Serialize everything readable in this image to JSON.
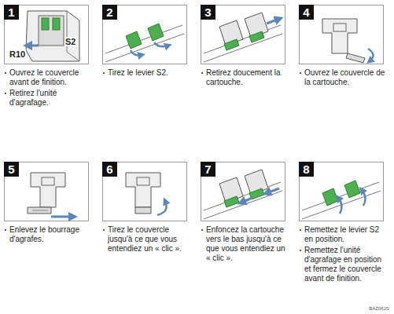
{
  "diagram": {
    "nodes": [
      {
        "text": [
          "1",
          "Ouvrez le couvercle avant de finition.",
          "Retirez l'unité d'agrafage."
        ]
      },
      {
        "text": [
          "2",
          "Tirez le levier S2."
        ]
      },
      {
        "text": [
          "3",
          "Retirez doucement la cartouche."
        ]
      },
      {
        "text": [
          "4",
          "Ouvrez le couvercle de la cartouche."
        ]
      },
      {
        "text": [
          "5",
          "Enlevez le bourrage d'agrafes."
        ]
      },
      {
        "text": [
          "6",
          "Tirez le couvercle jusqu'à ce que vous entendiez un « clic »."
        ]
      },
      {
        "text": [
          "7",
          "Enfoncez la cartouche vers le bas jusqu'à ce que vous entendiez un « clic »."
        ]
      },
      {
        "text": [
          "8",
          "Remettez le levier S2 en position.",
          "Remettez l'unité d'agrafage en position et fermez le couvercle avant de finition."
        ]
      }
    ],
    "labels": [
      "R10",
      "S2",
      "BAZ062S"
    ]
  }
}
